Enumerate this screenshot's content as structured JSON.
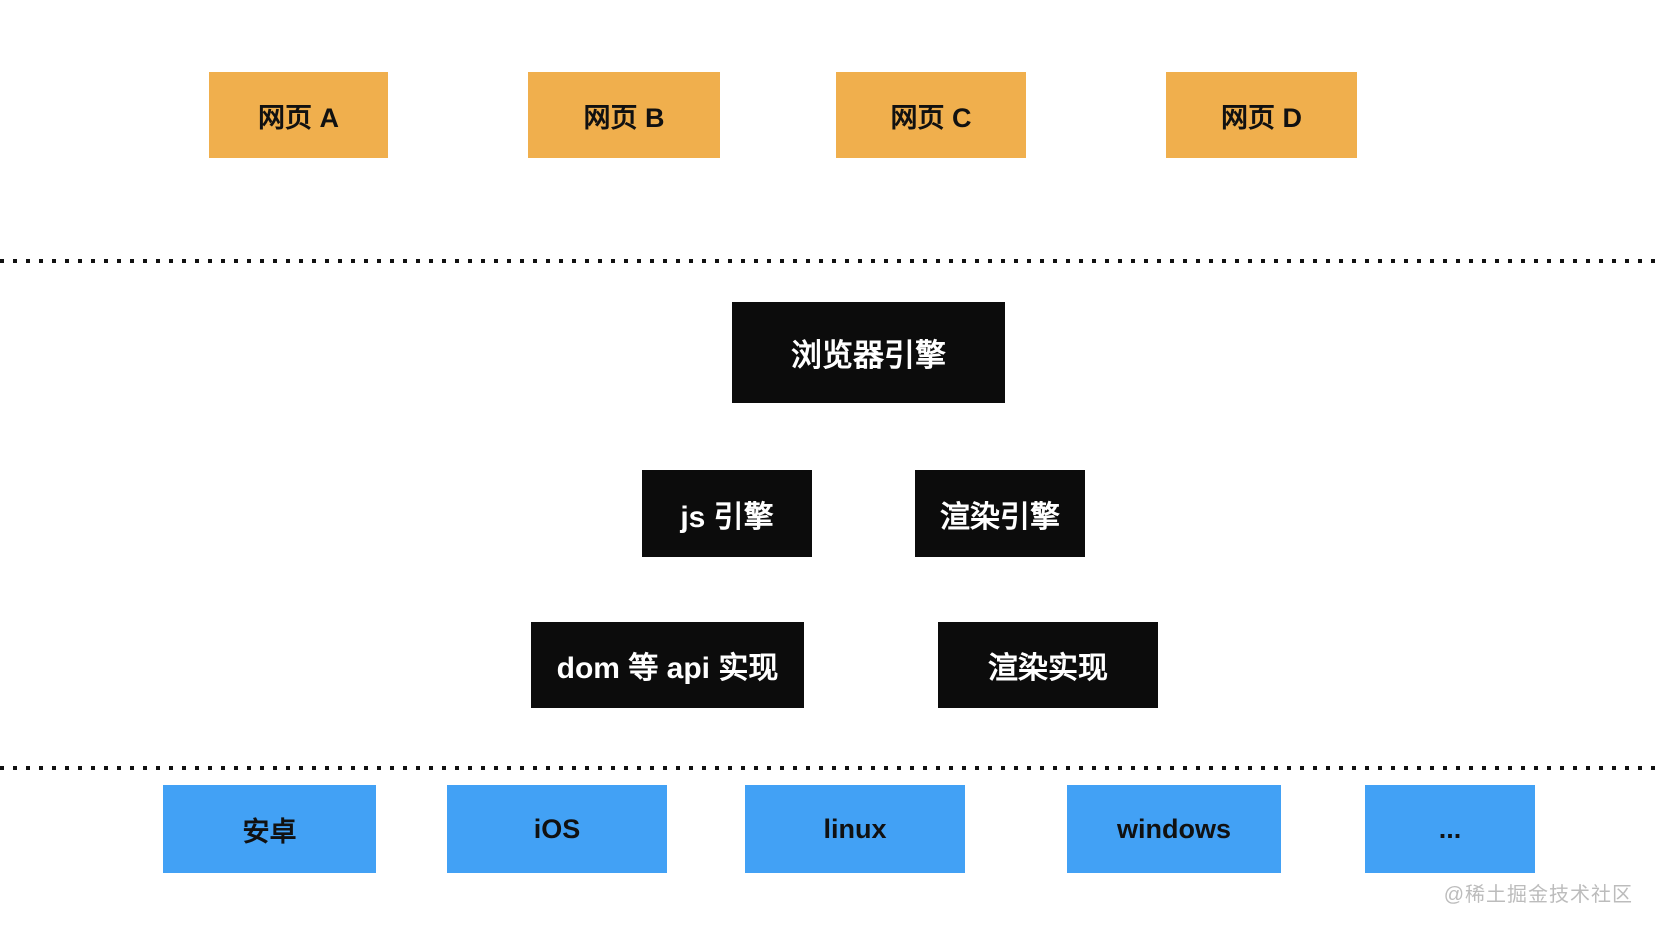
{
  "colors": {
    "background": "#FFFFFF",
    "webpage_box": "#F0AF4D",
    "engine_box": "#0C0C0C",
    "os_box": "#42A1F5",
    "box_text_dark": "#111111",
    "box_text_light": "#FFFFFF",
    "separator_dot": "#111111",
    "watermark": "#BCBCBC"
  },
  "webpages": {
    "items": [
      {
        "label": "网页 A"
      },
      {
        "label": "网页 B"
      },
      {
        "label": "网页 C"
      },
      {
        "label": "网页 D"
      }
    ]
  },
  "browser_engine": {
    "label": "浏览器引擎"
  },
  "sub_engines": {
    "js": {
      "label": "js 引擎"
    },
    "render": {
      "label": "渲染引擎"
    }
  },
  "implementations": {
    "dom_api": {
      "label": "dom 等 api 实现"
    },
    "render_impl": {
      "label": "渲染实现"
    }
  },
  "os_layer": {
    "items": [
      {
        "label": "安卓"
      },
      {
        "label": "iOS"
      },
      {
        "label": "linux"
      },
      {
        "label": "windows"
      },
      {
        "label": "..."
      }
    ]
  },
  "watermark": {
    "text": "@稀土掘金技术社区"
  }
}
